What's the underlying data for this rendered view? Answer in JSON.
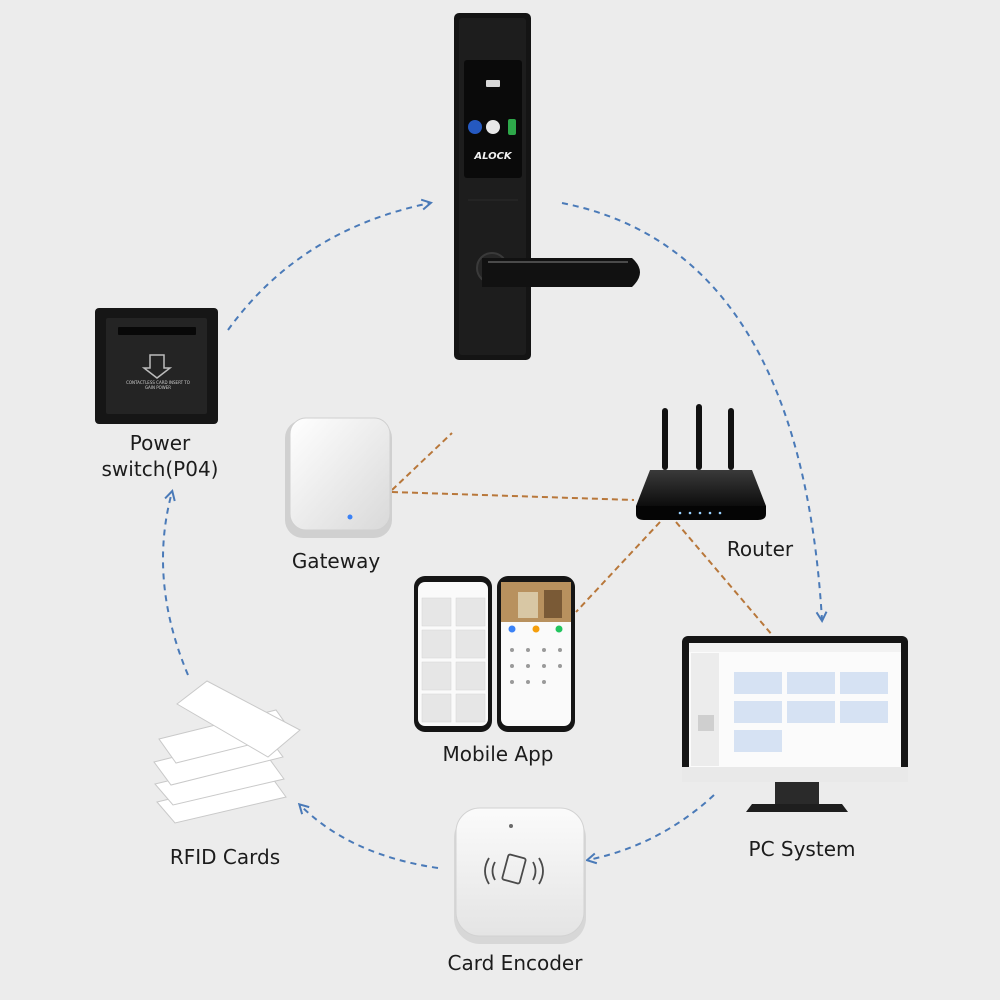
{
  "diagram": {
    "nodes": {
      "lock": {
        "brand": "ALOCK"
      },
      "power_switch": {
        "label_line1": "Power",
        "label_line2": "switch(P04)",
        "plate_text": "CONTACTLESS CARD INSERT TO GAIN POWER"
      },
      "gateway": {
        "label": "Gateway"
      },
      "router": {
        "label": "Router"
      },
      "mobile_app": {
        "label": "Mobile App"
      },
      "pc_system": {
        "label": "PC System"
      },
      "card_encoder": {
        "label": "Card Encoder"
      },
      "rfid_cards": {
        "label": "RFID Cards"
      }
    },
    "colors": {
      "flow_arrows": "#4a7ab8",
      "network_links": "#b8773a",
      "background": "#ececec"
    }
  }
}
